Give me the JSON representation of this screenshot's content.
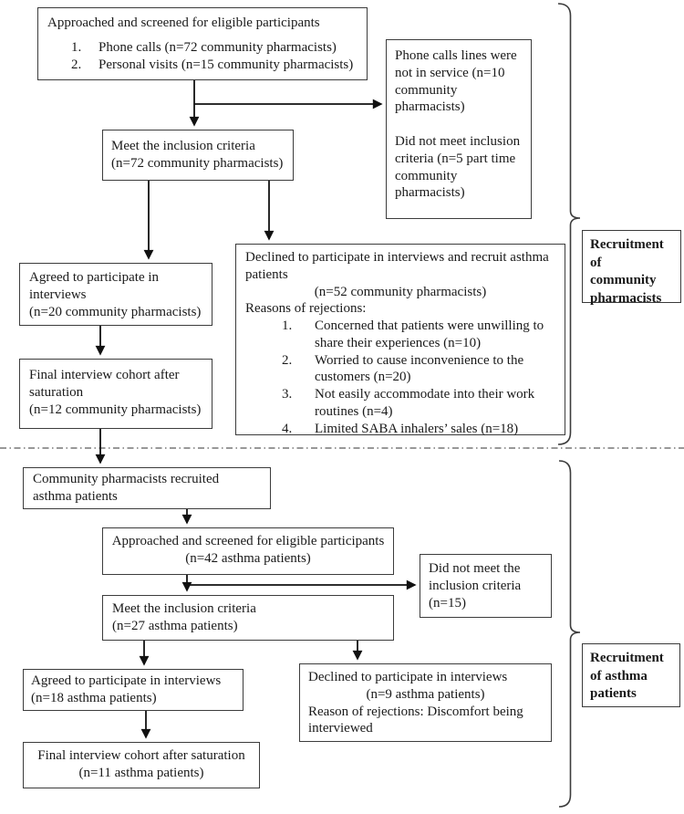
{
  "colors": {
    "ink": "#1a1a1a",
    "box_border": "#3c3c3c",
    "arrow": "#111111",
    "divider": "#5a5a5a",
    "background": "#ffffff"
  },
  "pharmacist_section": {
    "bracket_label_lines": [
      "Recruitment",
      "of",
      "community",
      "pharmacists"
    ],
    "approached": {
      "title": "Approached and screened for eligible participants",
      "items": [
        {
          "num": "1.",
          "text": "Phone calls (n=72 community pharmacists)"
        },
        {
          "num": "2.",
          "text": "Personal visits (n=15 community pharmacists)"
        }
      ]
    },
    "excluded": {
      "para1": "Phone calls lines were not in service (n=10 community pharmacists)",
      "para2": "Did not meet inclusion criteria (n=5 part time community pharmacists)"
    },
    "meet": {
      "line1": "Meet the inclusion criteria",
      "line2": "(n=72 community pharmacists)"
    },
    "agreed": {
      "line1": "Agreed to participate in interviews",
      "line2": "(n=20 community pharmacists)"
    },
    "final": {
      "line1": "Final interview cohort after saturation",
      "line2": "(n=12 community pharmacists)"
    },
    "declined": {
      "title": "Declined to participate in interviews and recruit asthma patients",
      "count": "(n=52 community pharmacists)",
      "reasons_label": "Reasons of rejections:",
      "reasons": [
        {
          "num": "1.",
          "text": "Concerned that patients were unwilling to share their experiences (n=10)"
        },
        {
          "num": "2.",
          "text": "Worried to cause inconvenience to the customers (n=20)"
        },
        {
          "num": "3.",
          "text": "Not easily accommodate into their work routines (n=4)"
        },
        {
          "num": "4.",
          "text": "Limited SABA inhalers’ sales (n=18)"
        }
      ]
    }
  },
  "patient_section": {
    "bracket_label_lines": [
      "Recruitment",
      "of asthma",
      "patients"
    ],
    "recruited": "Community pharmacists recruited asthma patients",
    "approached": {
      "line1": "Approached and screened for eligible participants",
      "line2": "(n=42 asthma patients)"
    },
    "not_meet": {
      "line1": "Did not meet the inclusion criteria",
      "line2": "(n=15)"
    },
    "meet": {
      "line1": "Meet the inclusion criteria",
      "line2": "(n=27 asthma patients)"
    },
    "agreed": {
      "line1": "Agreed to participate in interviews",
      "line2": "(n=18 asthma patients)"
    },
    "declined": {
      "line1": "Declined to participate in interviews",
      "line2": "(n=9 asthma patients)",
      "line3": "Reason of rejections: Discomfort being interviewed"
    },
    "final": {
      "line1": "Final interview cohort after saturation",
      "line2": "(n=11 asthma patients)"
    }
  }
}
